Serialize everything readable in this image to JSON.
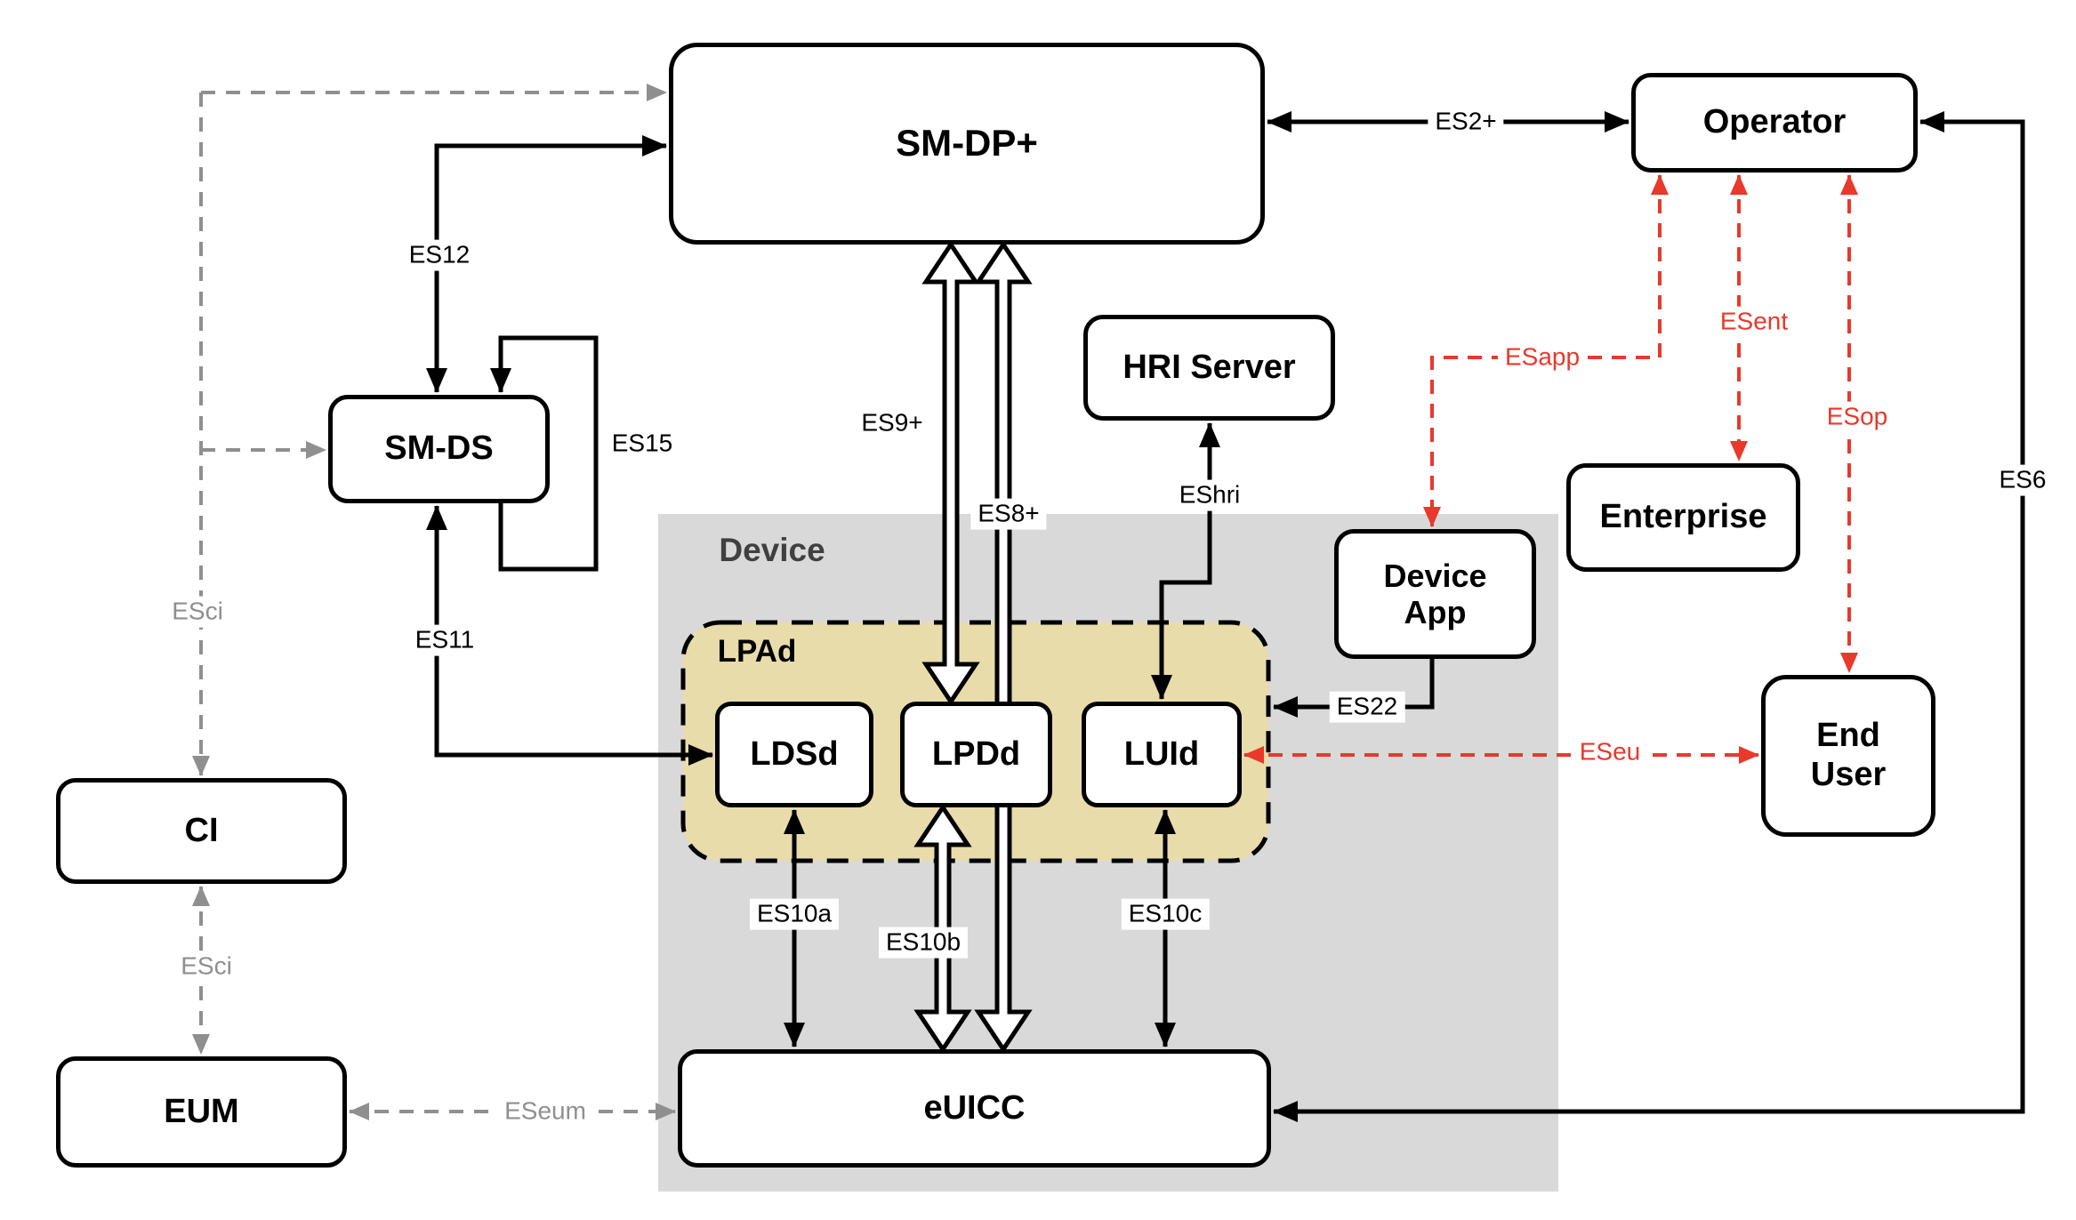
{
  "nodes": {
    "smdp": "SM-DP+",
    "operator": "Operator",
    "smds": "SM-DS",
    "hri_server": "HRI Server",
    "device": "Device",
    "lpad": "LPAd",
    "ldsd": "LDSd",
    "lpdd": "LPDd",
    "luid": "LUId",
    "device_app": "Device App",
    "enterprise": "Enterprise",
    "end_user": "End User",
    "ci": "CI",
    "eum": "EUM",
    "euicc": "eUICC"
  },
  "interfaces": {
    "es2": "ES2+",
    "es12": "ES12",
    "es15": "ES15",
    "es11": "ES11",
    "es9": "ES9+",
    "es8": "ES8+",
    "eshri": "EShri",
    "es22": "ES22",
    "esapp": "ESapp",
    "esent": "ESent",
    "esop": "ESop",
    "es6": "ES6",
    "eseu": "ESeu",
    "es10a": "ES10a",
    "es10b": "ES10b",
    "es10c": "ES10c",
    "esci_upper": "ESci",
    "esci_lower": "ESci",
    "eseum": "ESeum"
  },
  "colors": {
    "box_border": "#000000",
    "box_fill": "#ffffff",
    "device_area_bg": "#d9d9d9",
    "lpad_bg": "#e8dcab",
    "red_interface": "#e8392c",
    "gray_interface": "#8f8f8f"
  }
}
